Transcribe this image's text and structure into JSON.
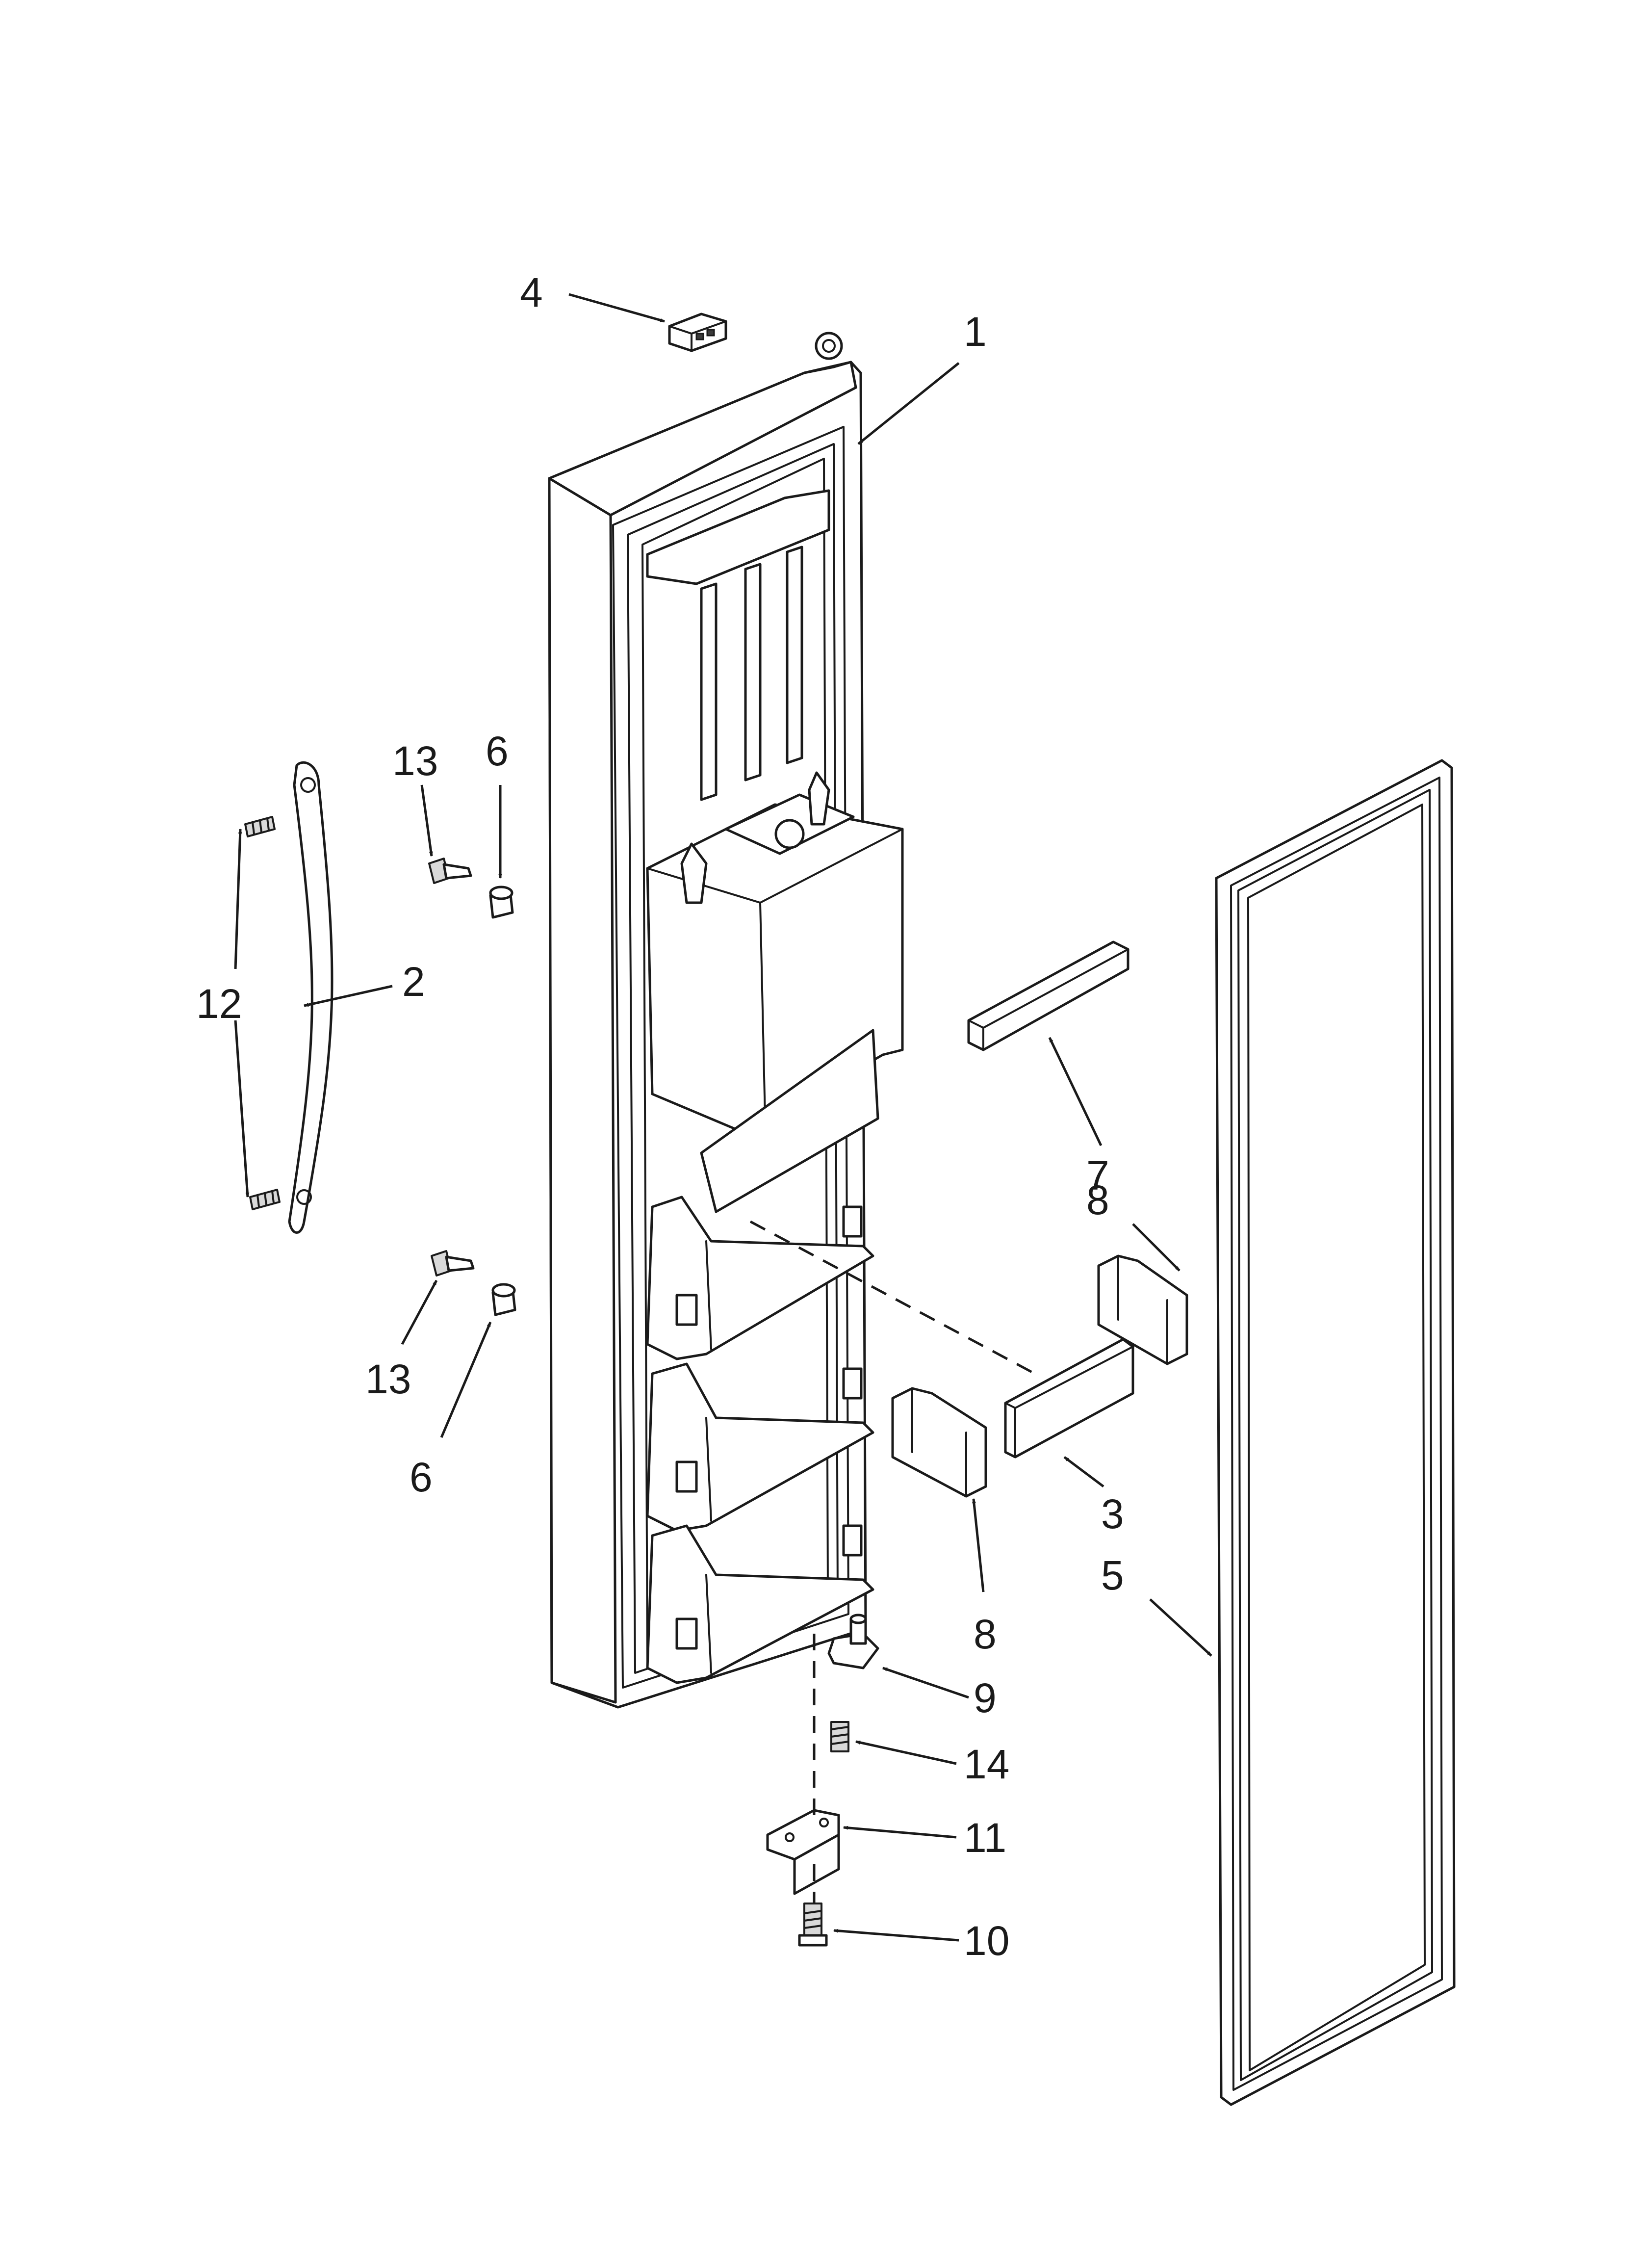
{
  "callouts": [
    {
      "id": "c1",
      "label": "1"
    },
    {
      "id": "c2",
      "label": "2"
    },
    {
      "id": "c3",
      "label": "3"
    },
    {
      "id": "c4",
      "label": "4"
    },
    {
      "id": "c5",
      "label": "5"
    },
    {
      "id": "c6a",
      "label": "6"
    },
    {
      "id": "c6b",
      "label": "6"
    },
    {
      "id": "c7",
      "label": "7"
    },
    {
      "id": "c8a",
      "label": "8"
    },
    {
      "id": "c8b",
      "label": "8"
    },
    {
      "id": "c9",
      "label": "9"
    },
    {
      "id": "c10",
      "label": "10"
    },
    {
      "id": "c11",
      "label": "11"
    },
    {
      "id": "c12",
      "label": "12"
    },
    {
      "id": "c13a",
      "label": "13"
    },
    {
      "id": "c13b",
      "label": "13"
    },
    {
      "id": "c14",
      "label": "14"
    }
  ]
}
